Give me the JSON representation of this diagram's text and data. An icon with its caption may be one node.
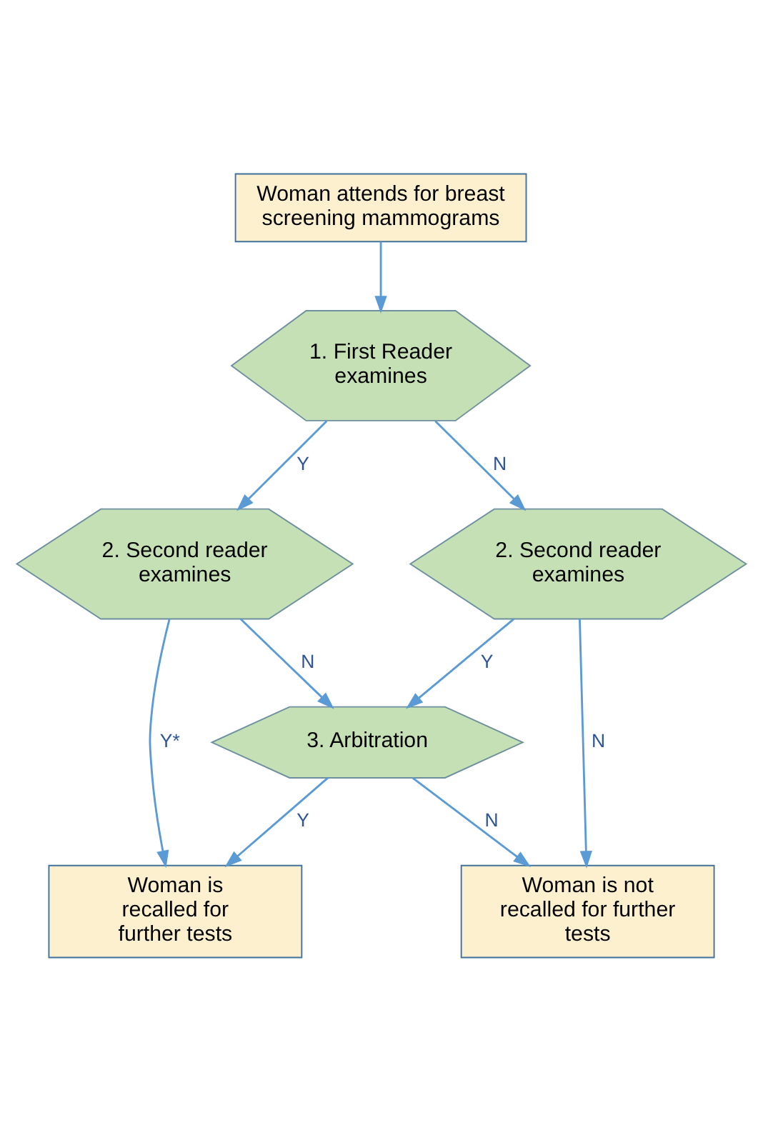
{
  "diagram": {
    "nodes": [
      {
        "text": [
          "Woman attends for breast screening mammograms"
        ]
      },
      {
        "text": [
          "1. First Reader examines"
        ]
      },
      {
        "text": [
          "2. Second reader examines"
        ]
      },
      {
        "text": [
          "2. Second reader examines"
        ]
      },
      {
        "text": [
          "3. Arbitration"
        ]
      },
      {
        "text": [
          "Woman is recalled for further tests"
        ]
      },
      {
        "text": [
          "Woman is not recalled for further tests"
        ]
      }
    ],
    "edges": [
      {
        "from": 0,
        "to": 1,
        "arrow": "to"
      },
      {
        "from": 1,
        "to": 2,
        "arrow": "to",
        "label": "Y"
      },
      {
        "from": 1,
        "to": 3,
        "arrow": "to",
        "label": "N"
      },
      {
        "from": 2,
        "to": 5,
        "arrow": "to",
        "label": "Y*"
      },
      {
        "from": 2,
        "to": 4,
        "arrow": "to",
        "label": "N"
      },
      {
        "from": 3,
        "to": 4,
        "arrow": "to",
        "label": "Y"
      },
      {
        "from": 3,
        "to": 6,
        "arrow": "to",
        "label": "N"
      },
      {
        "from": 4,
        "to": 5,
        "arrow": "to",
        "label": "Y"
      },
      {
        "from": 4,
        "to": 6,
        "arrow": "to",
        "label": "N"
      }
    ]
  }
}
